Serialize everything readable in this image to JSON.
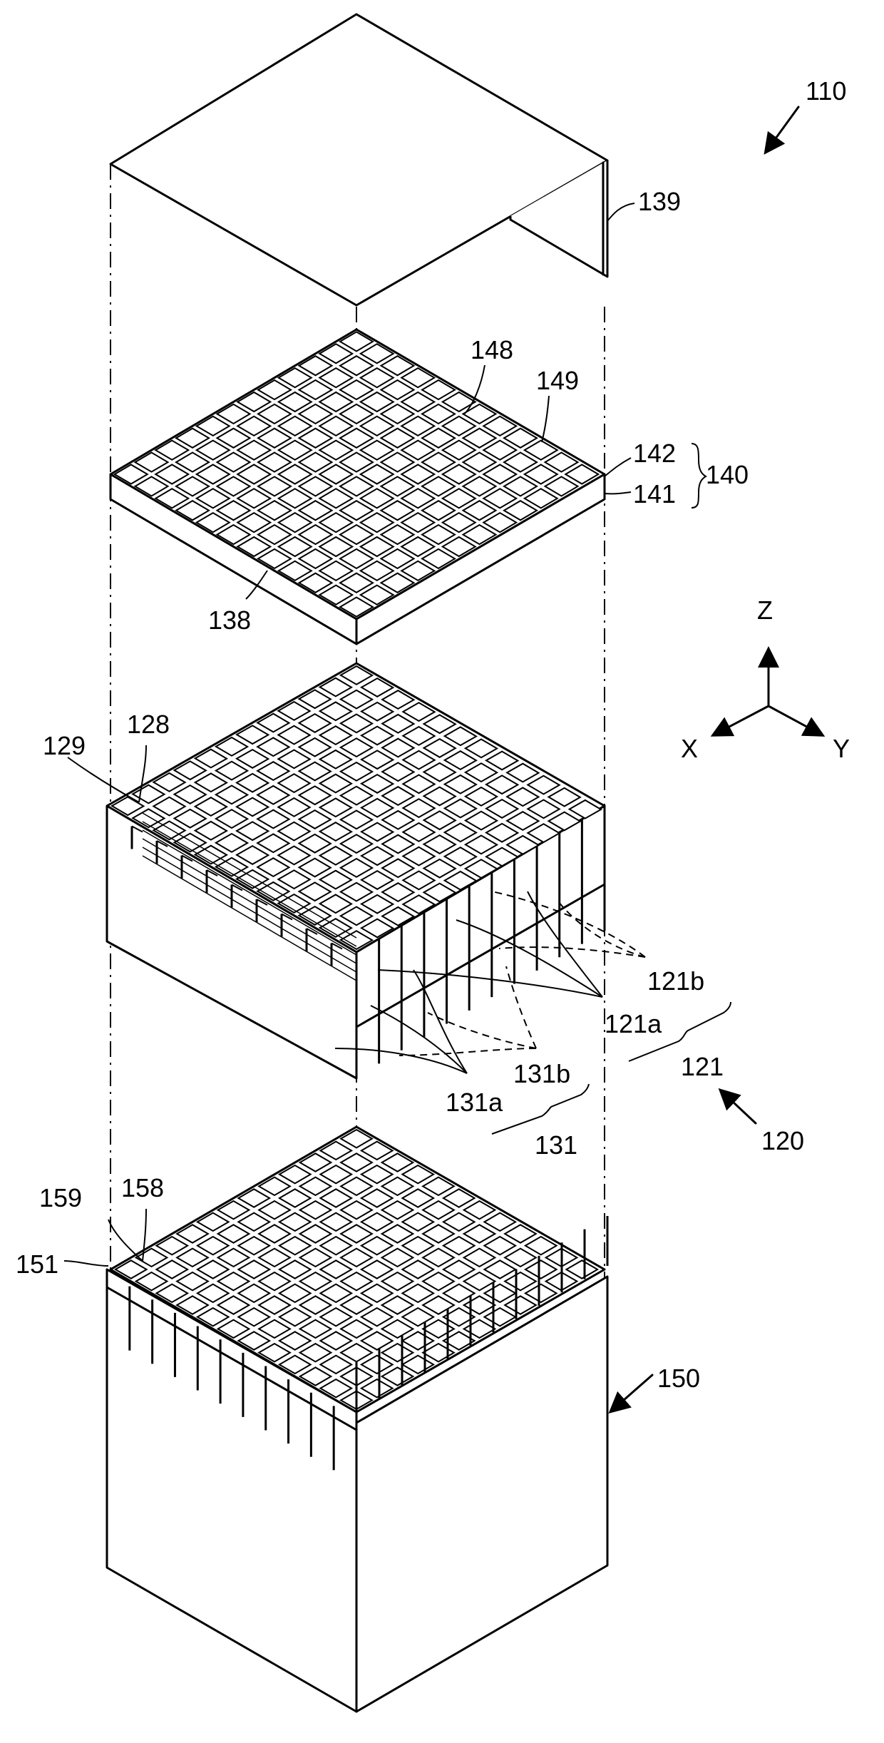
{
  "labels": {
    "l110": "110",
    "l139": "139",
    "l148": "148",
    "l149": "149",
    "l142": "142",
    "l141": "141",
    "l140": "140",
    "l138": "138",
    "z": "Z",
    "x": "X",
    "y": "Y",
    "l129": "129",
    "l128": "128",
    "l121b": "121b",
    "l121a": "121a",
    "l121": "121",
    "l131b": "131b",
    "l131a": "131a",
    "l131": "131",
    "l120": "120",
    "l158": "158",
    "l159": "159",
    "l151": "151",
    "l150": "150"
  }
}
